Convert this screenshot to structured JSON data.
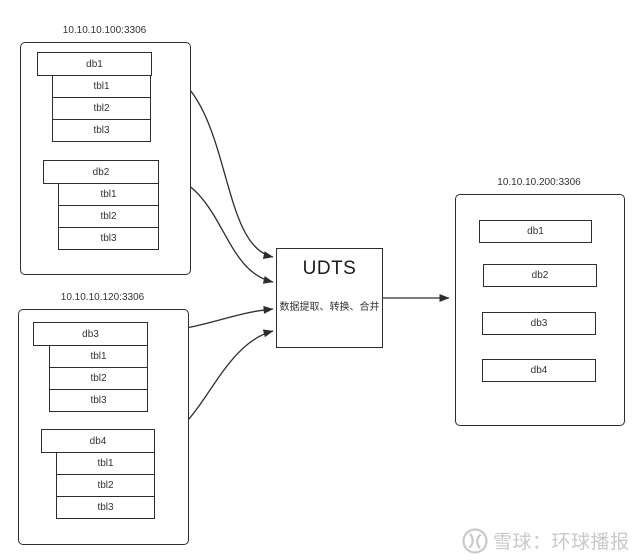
{
  "diagram": {
    "servers": [
      {
        "id": "source-server-1",
        "label": "10.10.10.100:3306",
        "groups": [
          {
            "db": "db1",
            "tables": [
              "tbl1",
              "tbl2",
              "tbl3"
            ]
          },
          {
            "db": "db2",
            "tables": [
              "tbl1",
              "tbl2",
              "tbl3"
            ]
          }
        ]
      },
      {
        "id": "source-server-2",
        "label": "10.10.10.120:3306",
        "groups": [
          {
            "db": "db3",
            "tables": [
              "tbl1",
              "tbl2",
              "tbl3"
            ]
          },
          {
            "db": "db4",
            "tables": [
              "tbl1",
              "tbl2",
              "tbl3"
            ]
          }
        ]
      },
      {
        "id": "target-server",
        "label": "10.10.10.200:3306",
        "databases": [
          "db1",
          "db2",
          "db3",
          "db4"
        ]
      }
    ],
    "udts": {
      "title": "UDTS",
      "subtitle": "数据提取、转换、合并"
    },
    "arrows": [
      {
        "from": "db1",
        "to": "UDTS"
      },
      {
        "from": "db2",
        "to": "UDTS"
      },
      {
        "from": "db3",
        "to": "UDTS"
      },
      {
        "from": "db4",
        "to": "UDTS"
      },
      {
        "from": "UDTS",
        "to": "10.10.10.200:3306"
      }
    ],
    "colors": {
      "line": "#2d2d2d",
      "text": "#333333",
      "background": "#ffffff"
    }
  },
  "watermark": {
    "text": "雪球：环球播报",
    "logo": "xueqiu-snowball-logo",
    "color": "#c9c9c9"
  }
}
